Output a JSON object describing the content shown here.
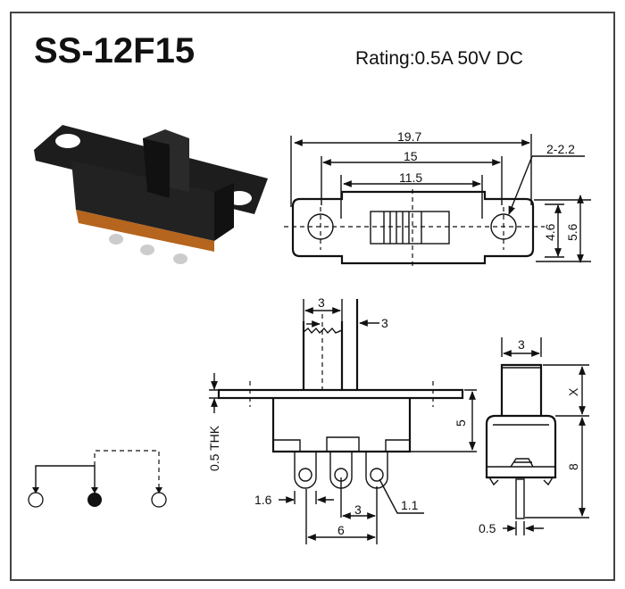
{
  "title": "SS-12F15",
  "rating": "Rating:0.5A 50V DC",
  "top_view": {
    "overall_length": "19.7",
    "hole_pitch": "15",
    "slot_length": "11.5",
    "hole_spec": "2-2.2",
    "inner_width": "4.6",
    "outer_width": "5.6"
  },
  "side_view": {
    "actuator_width": "3",
    "actuator_travel": "3",
    "plate_thickness": "0.5 THK",
    "body_height": "5",
    "terminal_width": "1.6",
    "terminal_pitch": "3",
    "terminal_span": "6",
    "terminal_hole": "1.1"
  },
  "end_view": {
    "actuator_width": "3",
    "actuator_height": "X",
    "body_height": "8",
    "pin_thickness": "0.5"
  },
  "colors": {
    "line": "#111111",
    "frame": "#444444",
    "switch_body": "#1a1a1a",
    "terminal": "#b5651d"
  }
}
